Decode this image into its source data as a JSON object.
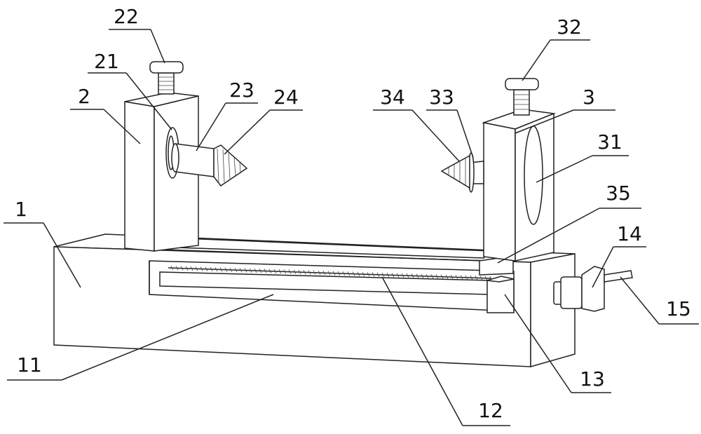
{
  "figure": {
    "type": "patent mechanical drawing",
    "labels": {
      "l1": "1",
      "l2": "2",
      "l3": "3",
      "l11": "11",
      "l12": "12",
      "l13": "13",
      "l14": "14",
      "l15": "15",
      "l21": "21",
      "l22": "22",
      "l23": "23",
      "l24": "24",
      "l31": "31",
      "l32": "32",
      "l33": "33",
      "l34": "34",
      "l35": "35"
    }
  }
}
